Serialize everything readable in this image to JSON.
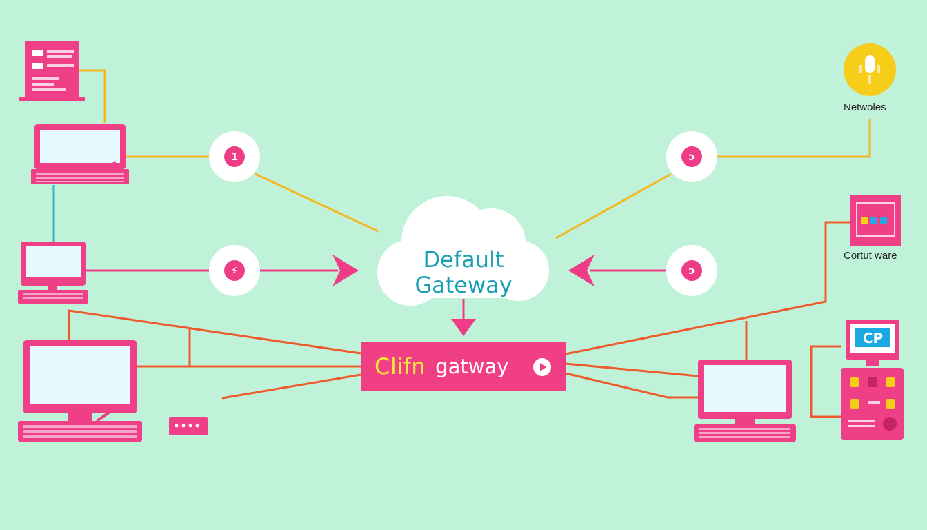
{
  "cloud": {
    "line1": "Default",
    "line2": "Gateway"
  },
  "gateway": {
    "highlight": "Clifn",
    "rest": "gatway"
  },
  "badges": [
    {
      "glyph": "1"
    },
    {
      "glyph": "ↄ"
    },
    {
      "glyph": "⚡"
    },
    {
      "glyph": "ↄ"
    }
  ],
  "labels": {
    "network": "Netwoles",
    "cortut": "Cortut ware",
    "cp": "CP"
  },
  "colors": {
    "background": "#c0f2da",
    "pink": "#f03f85",
    "orange_line": "#f5b61e",
    "red_line": "#ef5a2c",
    "cyan": "#1a9fb5",
    "yellow": "#f4e838"
  }
}
